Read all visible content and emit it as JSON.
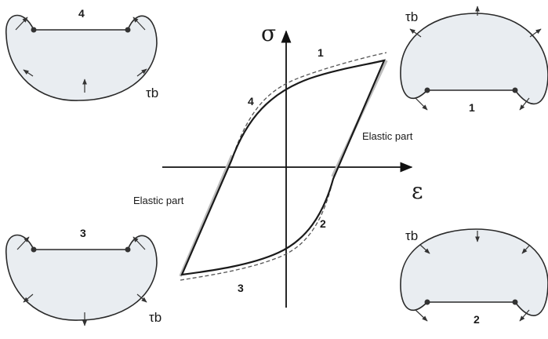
{
  "axes": {
    "stress_symbol": "σ",
    "strain_symbol": "ε"
  },
  "curve_labels": [
    "1",
    "2",
    "3",
    "4"
  ],
  "elastic_label_right": "Elastic part",
  "elastic_label_left": "Elastic part",
  "loops": [
    {
      "number": "4",
      "stress_label": "τb"
    },
    {
      "number": "1",
      "stress_label": "τb"
    },
    {
      "number": "3",
      "stress_label": "τb"
    },
    {
      "number": "2",
      "stress_label": "τb"
    }
  ],
  "colors": {
    "loop_fill": "#e9edf1",
    "line": "#1a1a1a",
    "elastic_highlight": "#bdbdbd"
  }
}
